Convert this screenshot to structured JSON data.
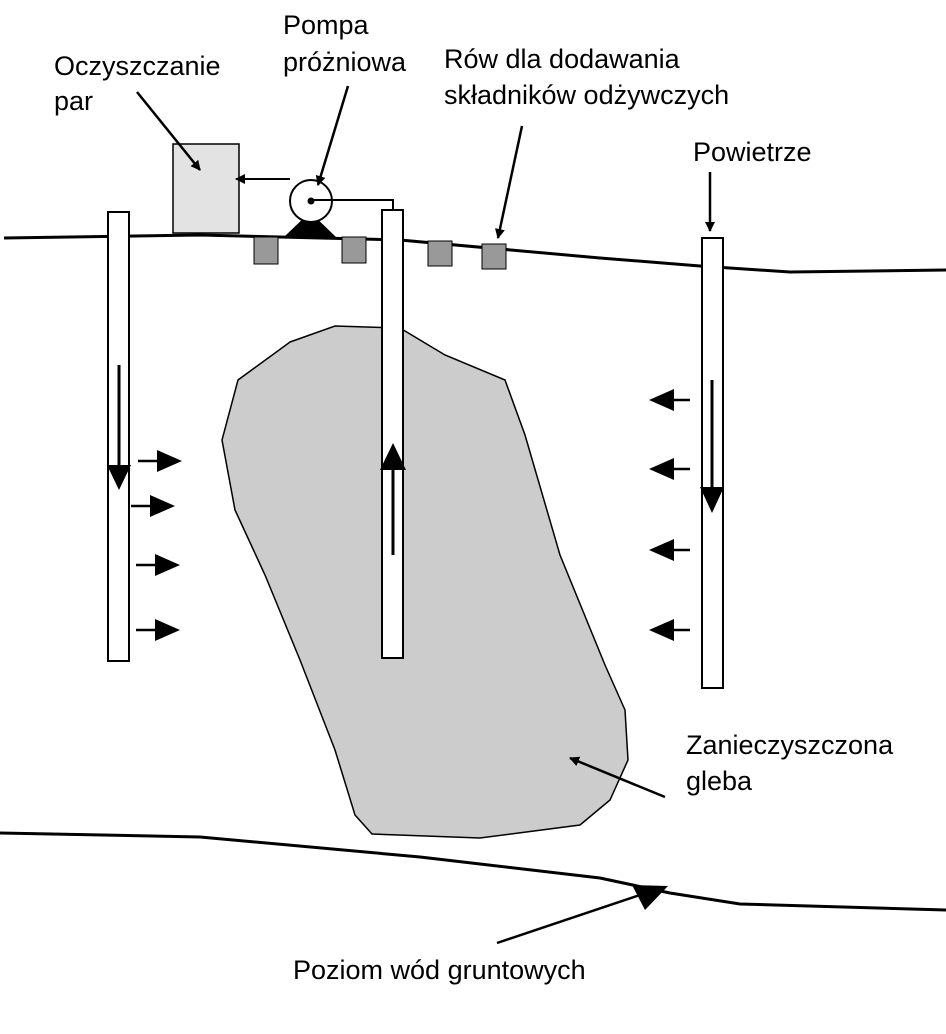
{
  "labels": {
    "vapor_treatment": [
      "Oczyszczanie",
      "par"
    ],
    "vacuum_pump": [
      "Pompa",
      "próżniowa"
    ],
    "nutrient_trench": [
      "Rów dla dodawania",
      "składników odżywczych"
    ],
    "air": "Powietrze",
    "contaminated_soil": [
      "Zanieczyszczona",
      "gleba"
    ],
    "groundwater_level": "Poziom wód gruntowych"
  },
  "colors": {
    "line": "#000000",
    "contaminated_soil_fill": "#cccccc",
    "treatment_unit_fill": "#e3e3e3",
    "trench_fill": "#999999",
    "well_fill": "#ffffff"
  }
}
